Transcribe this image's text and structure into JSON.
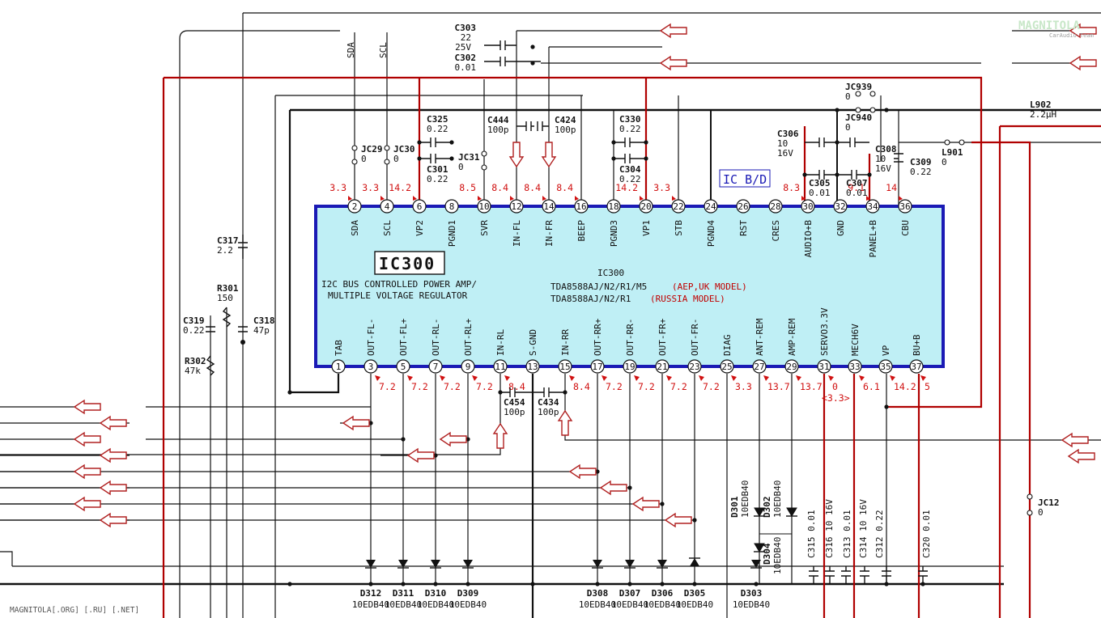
{
  "watermark": "MAGNITOLA[.ORG] [.RU] [.NET]",
  "logo_text": "MAGNITOLA",
  "logo_sub": "CarAudio Team",
  "board_label": "IC B/D",
  "ic": {
    "ref": "IC300",
    "ref_small": "IC300",
    "desc_line1": "I2C BUS CONTROLLED POWER AMP/",
    "desc_line2": "MULTIPLE VOLTAGE REGULATOR",
    "part1": "TDA8588AJ/N2/R1/M5",
    "part1_note": "(AEP,UK MODEL)",
    "part2": "TDA8588AJ/N2/R1",
    "part2_note": "(RUSSIA MODEL)"
  },
  "top_pins": [
    {
      "num": "2",
      "name": "SDA",
      "volt": "3.3"
    },
    {
      "num": "4",
      "name": "SCL",
      "volt": "3.3"
    },
    {
      "num": "6",
      "name": "VP2",
      "volt": "14.2"
    },
    {
      "num": "8",
      "name": "PGND1",
      "volt": ""
    },
    {
      "num": "10",
      "name": "SVR",
      "volt": "8.5"
    },
    {
      "num": "12",
      "name": "IN-FL",
      "volt": "8.4"
    },
    {
      "num": "14",
      "name": "IN-FR",
      "volt": "8.4"
    },
    {
      "num": "16",
      "name": "BEEP",
      "volt": "8.4"
    },
    {
      "num": "18",
      "name": "PGND3",
      "volt": ""
    },
    {
      "num": "20",
      "name": "VP1",
      "volt": "14.2"
    },
    {
      "num": "22",
      "name": "STB",
      "volt": "3.3"
    },
    {
      "num": "24",
      "name": "PGND4",
      "volt": ""
    },
    {
      "num": "26",
      "name": "RST",
      "volt": ""
    },
    {
      "num": "28",
      "name": "CRES",
      "volt": ""
    },
    {
      "num": "30",
      "name": "AUDIO+B",
      "volt": "8.3"
    },
    {
      "num": "32",
      "name": "GND",
      "volt": ""
    },
    {
      "num": "34",
      "name": "PANEL+B",
      "volt": "9.1"
    },
    {
      "num": "36",
      "name": "CBU",
      "volt": "14"
    }
  ],
  "bottom_pins": [
    {
      "num": "1",
      "name": "TAB",
      "volt": ""
    },
    {
      "num": "3",
      "name": "OUT-FL-",
      "volt": "7.2"
    },
    {
      "num": "5",
      "name": "OUT-FL+",
      "volt": "7.2"
    },
    {
      "num": "7",
      "name": "OUT-RL-",
      "volt": "7.2"
    },
    {
      "num": "9",
      "name": "OUT-RL+",
      "volt": "7.2"
    },
    {
      "num": "11",
      "name": "IN-RL",
      "volt": "8.4"
    },
    {
      "num": "13",
      "name": "S-GND",
      "volt": ""
    },
    {
      "num": "15",
      "name": "IN-RR",
      "volt": "8.4"
    },
    {
      "num": "17",
      "name": "OUT-RR+",
      "volt": "7.2"
    },
    {
      "num": "19",
      "name": "OUT-RR-",
      "volt": "7.2"
    },
    {
      "num": "21",
      "name": "OUT-FR+",
      "volt": "7.2"
    },
    {
      "num": "23",
      "name": "OUT-FR-",
      "volt": "7.2"
    },
    {
      "num": "25",
      "name": "DIAG",
      "volt": "3.3"
    },
    {
      "num": "27",
      "name": "ANT-REM",
      "volt": "13.7"
    },
    {
      "num": "29",
      "name": "AMP-REM",
      "volt": "13.7"
    },
    {
      "num": "31",
      "name": "SERVO3.3V",
      "volt": "0"
    },
    {
      "num": "33",
      "name": "MECH6V",
      "volt": "6.1"
    },
    {
      "num": "35",
      "name": "VP",
      "volt": "14.2"
    },
    {
      "num": "37",
      "name": "BU+B",
      "volt": "5"
    }
  ],
  "pin31_alt_volt": "<3.3>",
  "bus_labels": {
    "sda": "SDA",
    "scl": "SCL"
  },
  "components": {
    "c303": {
      "ref": "C303",
      "v1": "22",
      "v2": "25V"
    },
    "c302": {
      "ref": "C302",
      "v1": "0.01"
    },
    "c325": {
      "ref": "C325",
      "v1": "0.22"
    },
    "c301": {
      "ref": "C301",
      "v1": "0.22"
    },
    "c444": {
      "ref": "C444",
      "v1": "100p"
    },
    "c424": {
      "ref": "C424",
      "v1": "100p"
    },
    "c330": {
      "ref": "C330",
      "v1": "0.22"
    },
    "c304": {
      "ref": "C304",
      "v1": "0.22"
    },
    "jc29": {
      "ref": "JC29",
      "v1": "0"
    },
    "jc30": {
      "ref": "JC30",
      "v1": "0"
    },
    "jc31": {
      "ref": "JC31",
      "v1": "0"
    },
    "jc939": {
      "ref": "JC939",
      "v1": "0"
    },
    "jc940": {
      "ref": "JC940",
      "v1": "0"
    },
    "c306": {
      "ref": "C306",
      "v1": "10",
      "v2": "16V"
    },
    "c308": {
      "ref": "C308",
      "v1": "10",
      "v2": "16V"
    },
    "c309": {
      "ref": "C309",
      "v1": "0.22"
    },
    "c305": {
      "ref": "C305",
      "v1": "0.01"
    },
    "c307": {
      "ref": "C307",
      "v1": "0.01"
    },
    "l901": {
      "ref": "L901",
      "v1": "0"
    },
    "l902": {
      "ref": "L902",
      "v1": "2.2μH"
    },
    "c317": {
      "ref": "C317",
      "v1": "2.2"
    },
    "r301": {
      "ref": "R301",
      "v1": "150"
    },
    "c319": {
      "ref": "C319",
      "v1": "0.22"
    },
    "c318": {
      "ref": "C318",
      "v1": "47p"
    },
    "r302": {
      "ref": "R302",
      "v1": "47k"
    },
    "c454": {
      "ref": "C454",
      "v1": "100p"
    },
    "c434": {
      "ref": "C434",
      "v1": "100p"
    },
    "jc12": {
      "ref": "JC12",
      "v1": "0"
    },
    "d301": {
      "ref": "D301",
      "v1": "10EDB40"
    },
    "d302": {
      "ref": "D302",
      "v1": "10EDB40"
    },
    "d304": {
      "ref": "D304",
      "v1": "10EDB40"
    },
    "c315": {
      "ref": "C315",
      "v1": "0.01"
    },
    "c316": {
      "ref": "C316",
      "v1": "10 16V"
    },
    "c313": {
      "ref": "C313",
      "v1": "0.01"
    },
    "c314": {
      "ref": "C314",
      "v1": "10 16V"
    },
    "c312": {
      "ref": "C312",
      "v1": "0.22"
    },
    "c320": {
      "ref": "C320",
      "v1": "0.01"
    }
  },
  "diodes_bottom": [
    {
      "ref": "D312",
      "v1": "10EDB40"
    },
    {
      "ref": "D311",
      "v1": "10EDB40"
    },
    {
      "ref": "D310",
      "v1": "10EDB40"
    },
    {
      "ref": "D309",
      "v1": "10EDB40"
    },
    {
      "ref": "D308",
      "v1": "10EDB40"
    },
    {
      "ref": "D307",
      "v1": "10EDB40"
    },
    {
      "ref": "D306",
      "v1": "10EDB40"
    },
    {
      "ref": "D305",
      "v1": "10EDB40"
    },
    {
      "ref": "D303",
      "v1": "10EDB40"
    }
  ],
  "colors": {
    "ic_fill": "#bfeff5",
    "ic_border": "#1a1ab5",
    "power": "#b00000",
    "wire": "#111111",
    "volt": "#d01010"
  }
}
